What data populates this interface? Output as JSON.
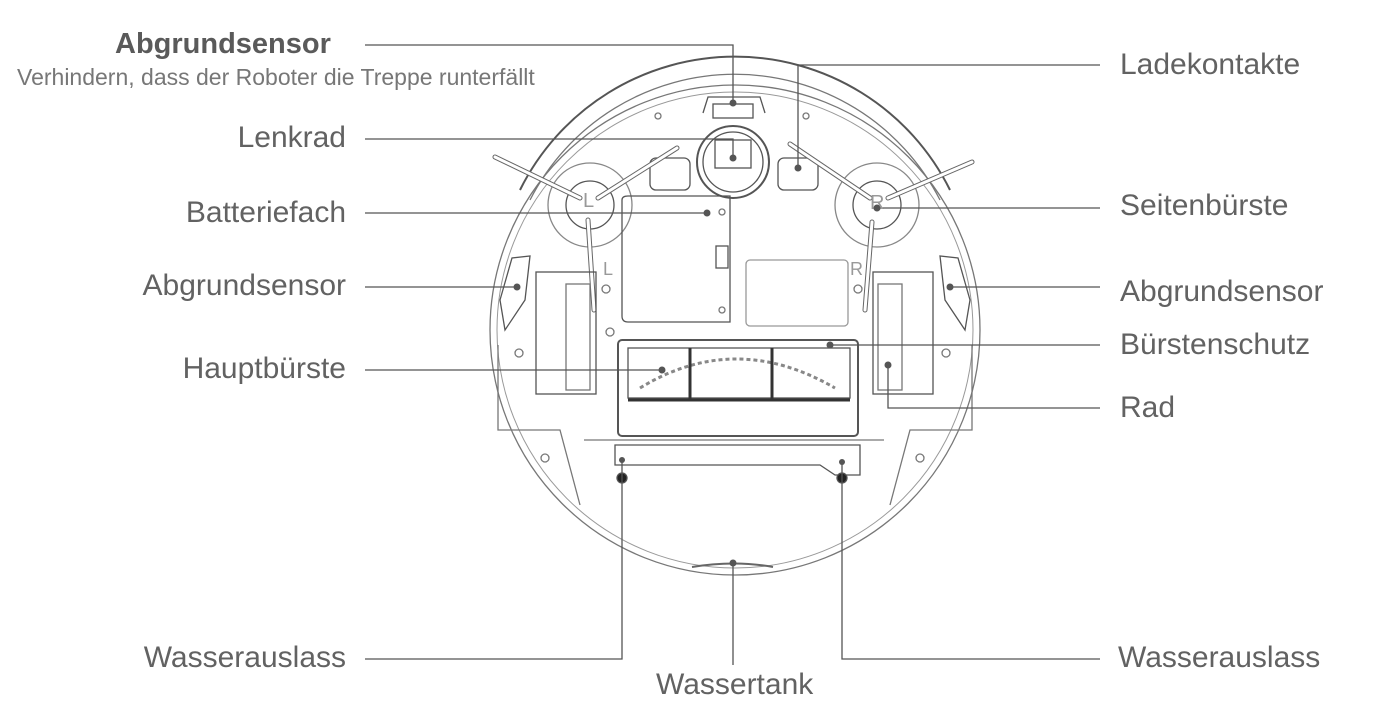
{
  "header": {
    "title": "Abgrundsensor",
    "subtitle": "Verhindern, dass der Roboter die Treppe runterfällt"
  },
  "labels": {
    "lenkrad": "Lenkrad",
    "batteriefach": "Batteriefach",
    "abgrundsensor_left": "Abgrundsensor",
    "hauptbuerste": "Hauptbürste",
    "wasserauslass_left": "Wasserauslass",
    "wassertank": "Wassertank",
    "ladekontakte": "Ladekontakte",
    "seitenbuerste": "Seitenbürste",
    "abgrundsensor_right": "Abgrundsensor",
    "buerstenschutz": "Bürstenschutz",
    "rad": "Rad",
    "wasserauslass_right": "Wasserauslass"
  },
  "brush_marks": {
    "left": "L",
    "right": "R"
  }
}
